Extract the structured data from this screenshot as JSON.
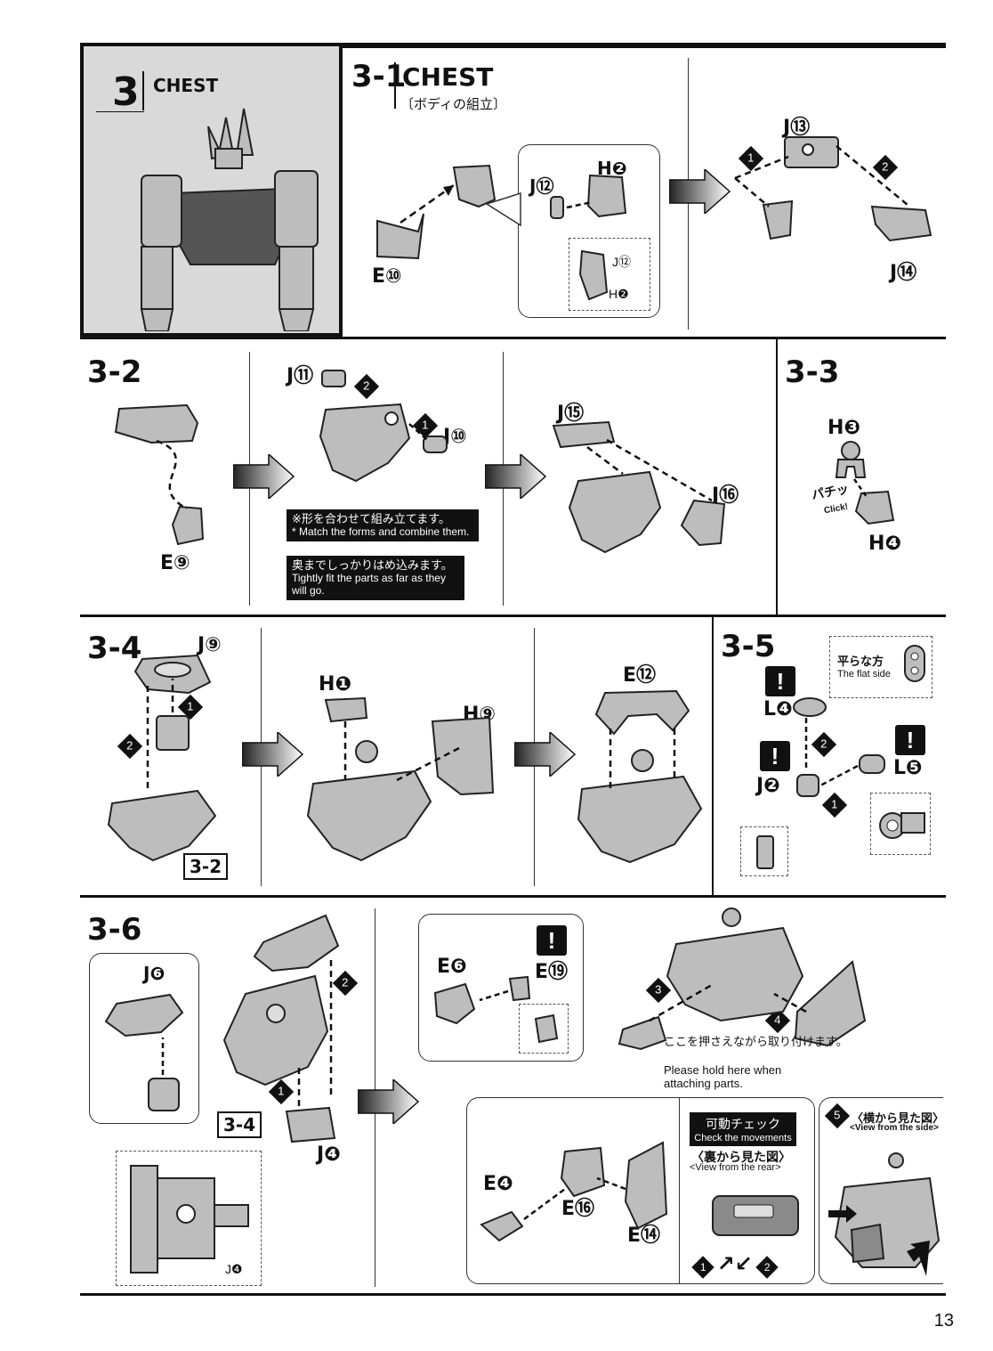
{
  "page_number": "13",
  "section": {
    "number": "3",
    "title": "CHEST"
  },
  "steps": {
    "s3_1": {
      "number": "3-1",
      "title": "CHEST",
      "subtitle_jp": "〔ボディの組立〕"
    },
    "s3_2": {
      "number": "3-2"
    },
    "s3_3": {
      "number": "3-3"
    },
    "s3_4": {
      "number": "3-4"
    },
    "s3_5": {
      "number": "3-5"
    },
    "s3_6": {
      "number": "3-6"
    }
  },
  "parts": {
    "E10": "E⑩",
    "J12": "J⑫",
    "H2": "H❷",
    "J13": "J⑬",
    "J14": "J⑭",
    "J11": "J⑪",
    "J10": "J⑩",
    "J15": "J⑮",
    "J16": "J⑯",
    "E9": "E⑨",
    "H3": "H❸",
    "H4": "H❹",
    "J9": "J⑨",
    "H1": "H❶",
    "H9": "H⑨",
    "E12": "E⑫",
    "L4": "L❹",
    "L5": "L❺",
    "J2": "J❷",
    "J6": "J❻",
    "J4": "J❹",
    "E6": "E❻",
    "E19": "E⑲",
    "E4": "E❹",
    "E16": "E⑯",
    "E14": "E⑭"
  },
  "notes": {
    "match_jp": "※形を合わせて組み立てます。",
    "match_en": "* Match the forms and combine them.",
    "tight_jp": "奥までしっかりはめ込みます。",
    "tight_en": "Tightly fit the parts as far as they will go.",
    "click_jp": "パチッ",
    "click_en": "Click!",
    "flat_jp": "平らな方",
    "flat_en": "The flat side",
    "hold_jp": "ここを押さえながら取り付けます。",
    "hold_en": "Please hold here when attaching parts.",
    "check_jp": "可動チェック",
    "check_en": "Check the movements",
    "rear_jp": "〈裏から見た図〉",
    "rear_en": "<View from the rear>",
    "side_jp": "〈横から見た図〉",
    "side_en": "<View from the side>"
  },
  "refs": {
    "r3_2": "3-2",
    "r3_4": "3-4"
  }
}
